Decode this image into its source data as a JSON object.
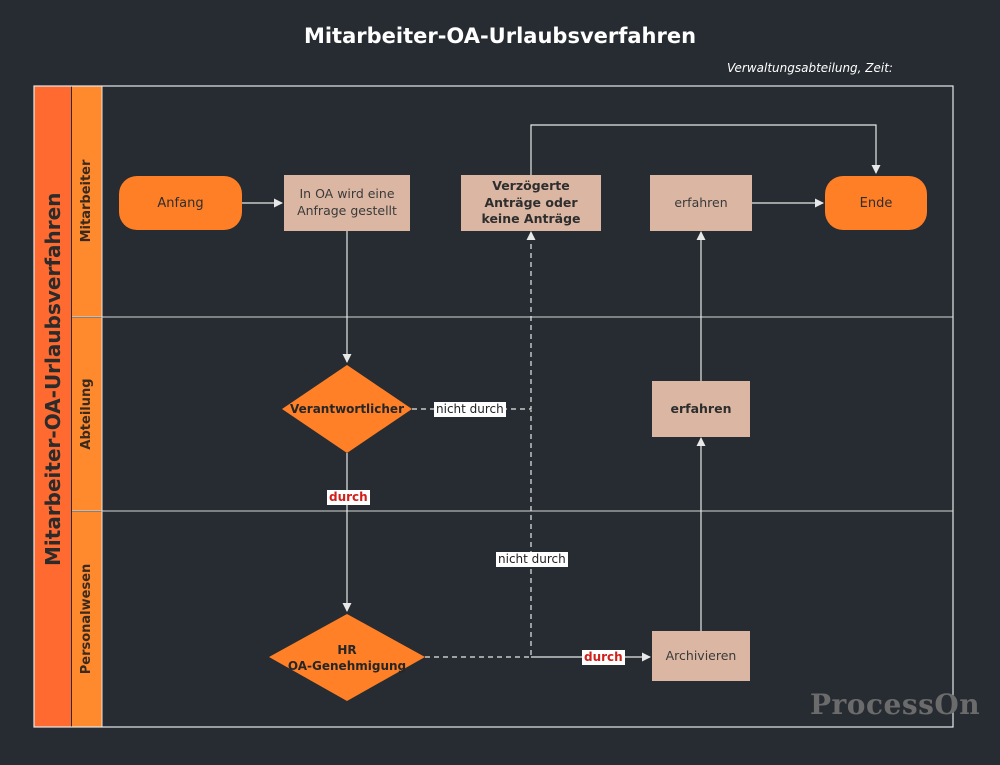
{
  "diagram": {
    "title": "Mitarbeiter-OA-Urlaubsverfahren",
    "subtitle": "Verwaltungsabteilung, Zeit:",
    "pool_label": "Mitarbeiter-OA-Urlaubsverfahren",
    "lanes": [
      "Mitarbeiter",
      "Abteilung",
      "Personalwesen"
    ],
    "nodes": {
      "start": "Anfang",
      "request": "In OA wird eine Anfrage gestellt",
      "delayed": "Verzögerte Anträge oder keine Anträge",
      "learn_employee": "erfahren",
      "end": "Ende",
      "manager": "Verantwortlicher",
      "learn_department": "erfahren",
      "hr_approval_line1": "HR",
      "hr_approval_line2": "OA-Genehmigung",
      "archive": "Archivieren"
    },
    "edge_labels": {
      "manager_reject": "nicht durch",
      "manager_pass": "durch",
      "hr_reject": "nicht durch",
      "hr_pass": "durch"
    },
    "watermark": "ProcessOn",
    "colors": {
      "background": "#262c31",
      "pool_header": "#ff6a30",
      "lane_header": "#ff8a2e",
      "terminal": "#ff7f26",
      "decision": "#ff8026",
      "process": "#dbb7a3",
      "line": "#e8e8e8",
      "label_red": "#d0201c"
    }
  }
}
